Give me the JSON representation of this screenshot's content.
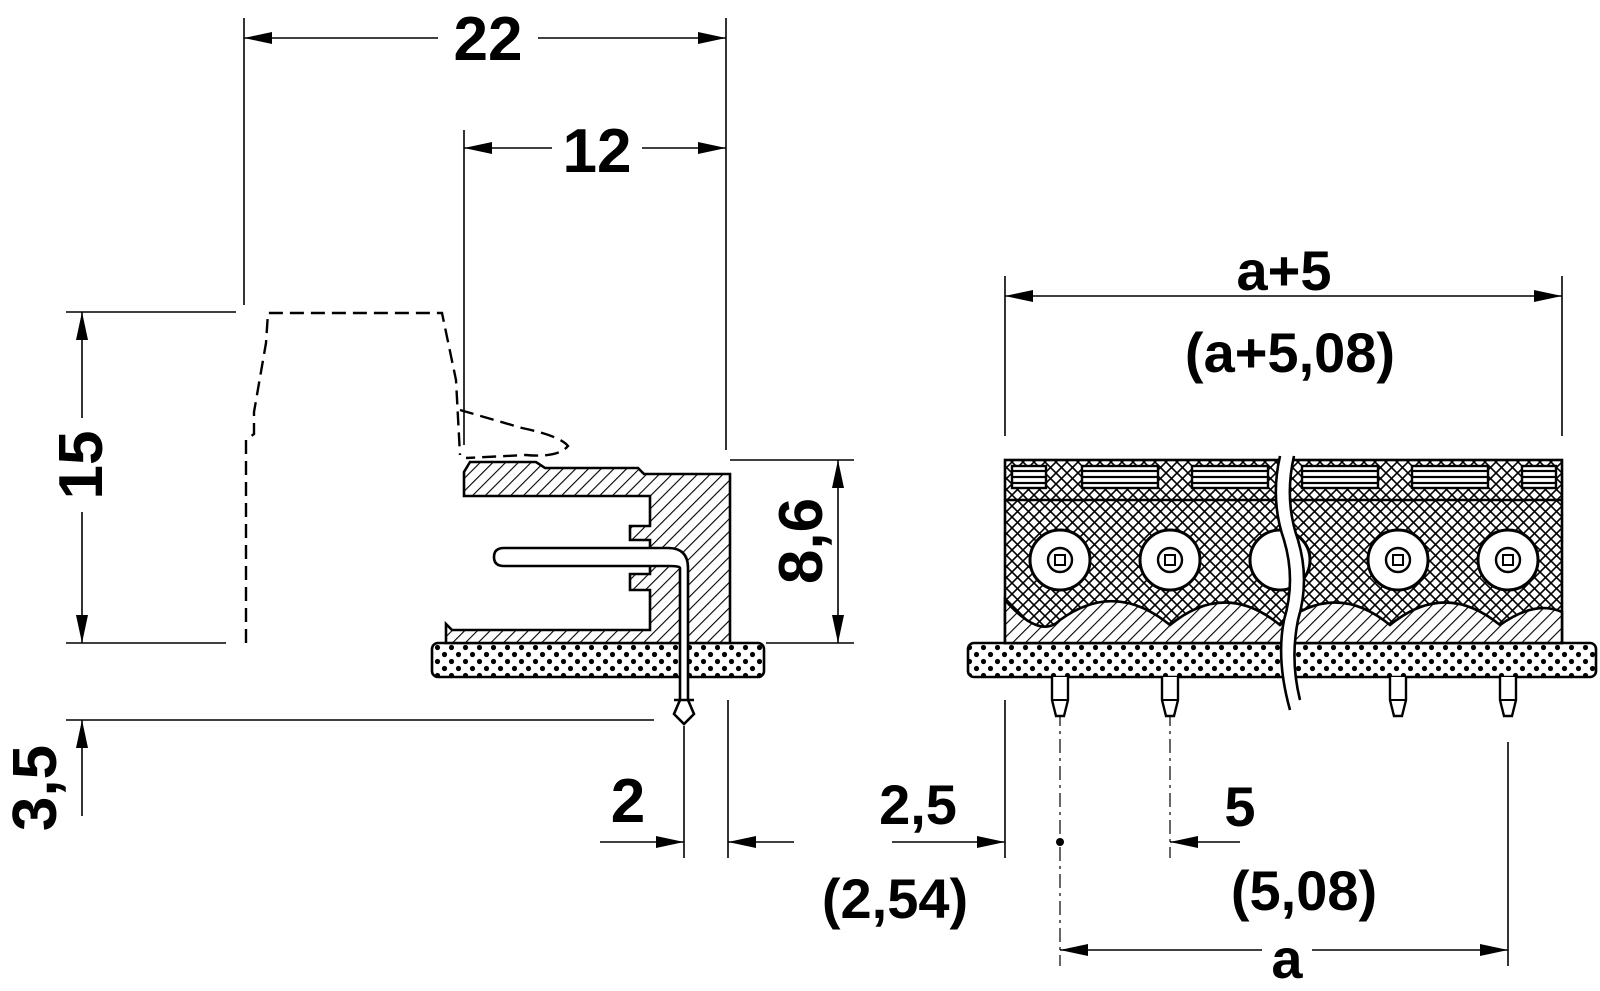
{
  "side_view": {
    "dim_overall_depth": "22",
    "dim_pin_depth": "12",
    "dim_plug_height": "15",
    "dim_header_height": "8,6",
    "dim_pin_length": "3,5",
    "dim_pin_offset": "2"
  },
  "front_view": {
    "dim_total_width": "a+5",
    "dim_total_width_alt": "(a+5,08)",
    "dim_edge_offset": "2,5",
    "dim_edge_offset_alt": "(2,54)",
    "dim_pitch": "5",
    "dim_pitch_alt": "(5,08)",
    "dim_span": "a"
  }
}
